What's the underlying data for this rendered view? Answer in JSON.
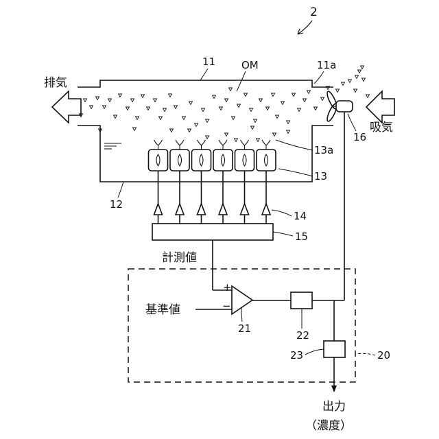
{
  "figure_number": "2",
  "labels": {
    "chamber": "11",
    "inlet": "11a",
    "odor_molecules": "OM",
    "exhaust": "排気",
    "intake": "吸気",
    "liquid_tank": "12",
    "sensor_array": "13",
    "sensor_receptor": "13a",
    "amplifiers": "14",
    "measurement_unit": "15",
    "fan": "16",
    "measured_value": "計測値",
    "reference_value": "基準値",
    "comparator": "21",
    "controller": "22",
    "converter": "23",
    "processing_unit": "20",
    "output": "出力",
    "output_detail": "（濃度）",
    "plus_sign": "+",
    "minus_sign": "−"
  },
  "sensor_count": 6
}
